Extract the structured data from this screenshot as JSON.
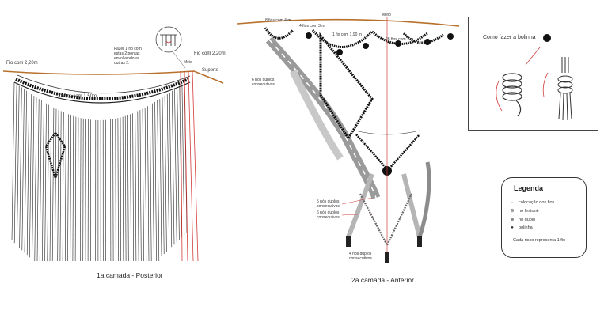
{
  "layer1": {
    "caption": "1a camada - Posterior",
    "label_fio_left": "Fio com 2,20m",
    "label_fio_right": "Fio com 2,20m",
    "label_33": "33 fios com 1,50m",
    "label_meio": "Meio",
    "label_suporte": "Suporte",
    "callout": [
      "Fazer 1 nó com",
      "estas 2 pontas",
      "envolvendo as",
      "outras 2."
    ]
  },
  "layer2": {
    "caption": "2a camada - Anterior",
    "label_8fios": "8 fios com 4 m",
    "label_4fios": "4 fios com 3 m",
    "label_1fio": "1 fio com 1,90 m",
    "label_28fios": "28 fios com 2 m",
    "label_meio": "Meio",
    "label_6nos_top": [
      "6 nós duplos",
      "consecutivos"
    ],
    "label_5nos": [
      "5 nós duplos",
      "consecutivos"
    ],
    "label_6nos_mid": [
      "6 nós duplos",
      "consecutivos"
    ],
    "label_4nos": [
      "4 nós duplos",
      "consecutivos"
    ]
  },
  "bolinha": {
    "title": "Como fazer a bolinha"
  },
  "legend": {
    "title": "Legenda",
    "items": [
      {
        "icon": "fio-placement-icon",
        "symbol": "⌄",
        "label": "colocação dos fios"
      },
      {
        "icon": "feston-knot-icon",
        "symbol": "⊖",
        "label": "nó festonê"
      },
      {
        "icon": "double-knot-icon",
        "symbol": "⊗",
        "label": "nó duplo"
      },
      {
        "icon": "bolinha-icon",
        "symbol": "●",
        "label": "bolinha"
      }
    ],
    "note": "Cada risco representa 1 fio"
  },
  "colors": {
    "support": "#b8712c",
    "red": "#d23b3b",
    "dark": "#222222",
    "gray": "#8c8c8c"
  }
}
